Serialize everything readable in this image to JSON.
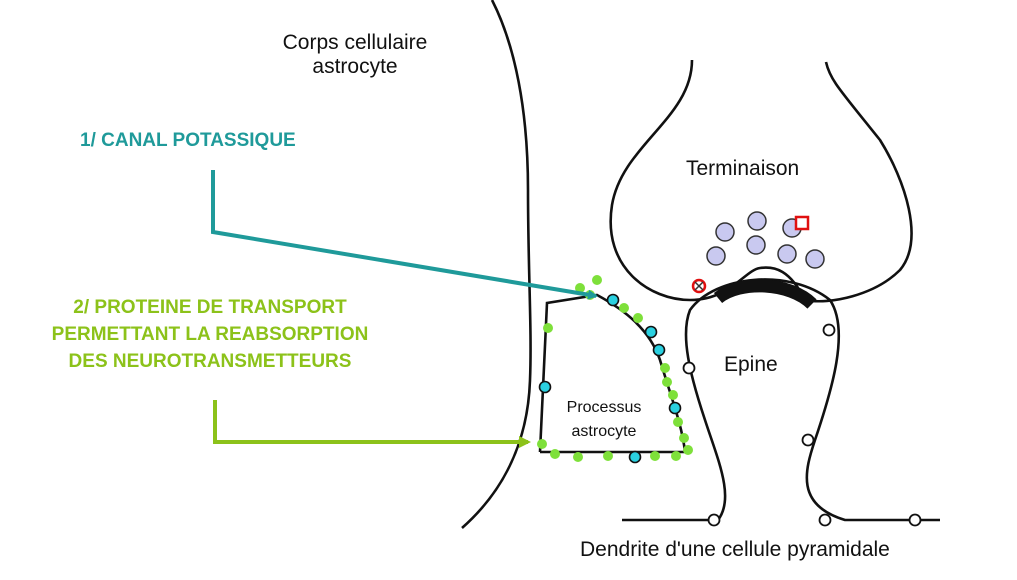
{
  "labels": {
    "corps_line1": "Corps cellulaire",
    "corps_line2": "astrocyte",
    "terminaison": "Terminaison",
    "epine": "Epine",
    "processus_line1": "Processus",
    "processus_line2": "astrocyte",
    "dendrite": "Dendrite d'une cellule pyramidale"
  },
  "annotations": {
    "canal": "1/ CANAL POTASSIQUE",
    "proteine_line1": "2/ PROTEINE DE TRANSPORT",
    "proteine_line2": "PERMETTANT LA REABSORPTION",
    "proteine_line3": "DES NEUROTRANSMETTEURS"
  },
  "colors": {
    "teal": "#1f9a9a",
    "lime": "#8cc21a",
    "green_dot": "#7ee03a",
    "cyan_channel": "#2ad0e0",
    "vesicle": "#c9c9f0",
    "marker_red": "#e01010"
  }
}
